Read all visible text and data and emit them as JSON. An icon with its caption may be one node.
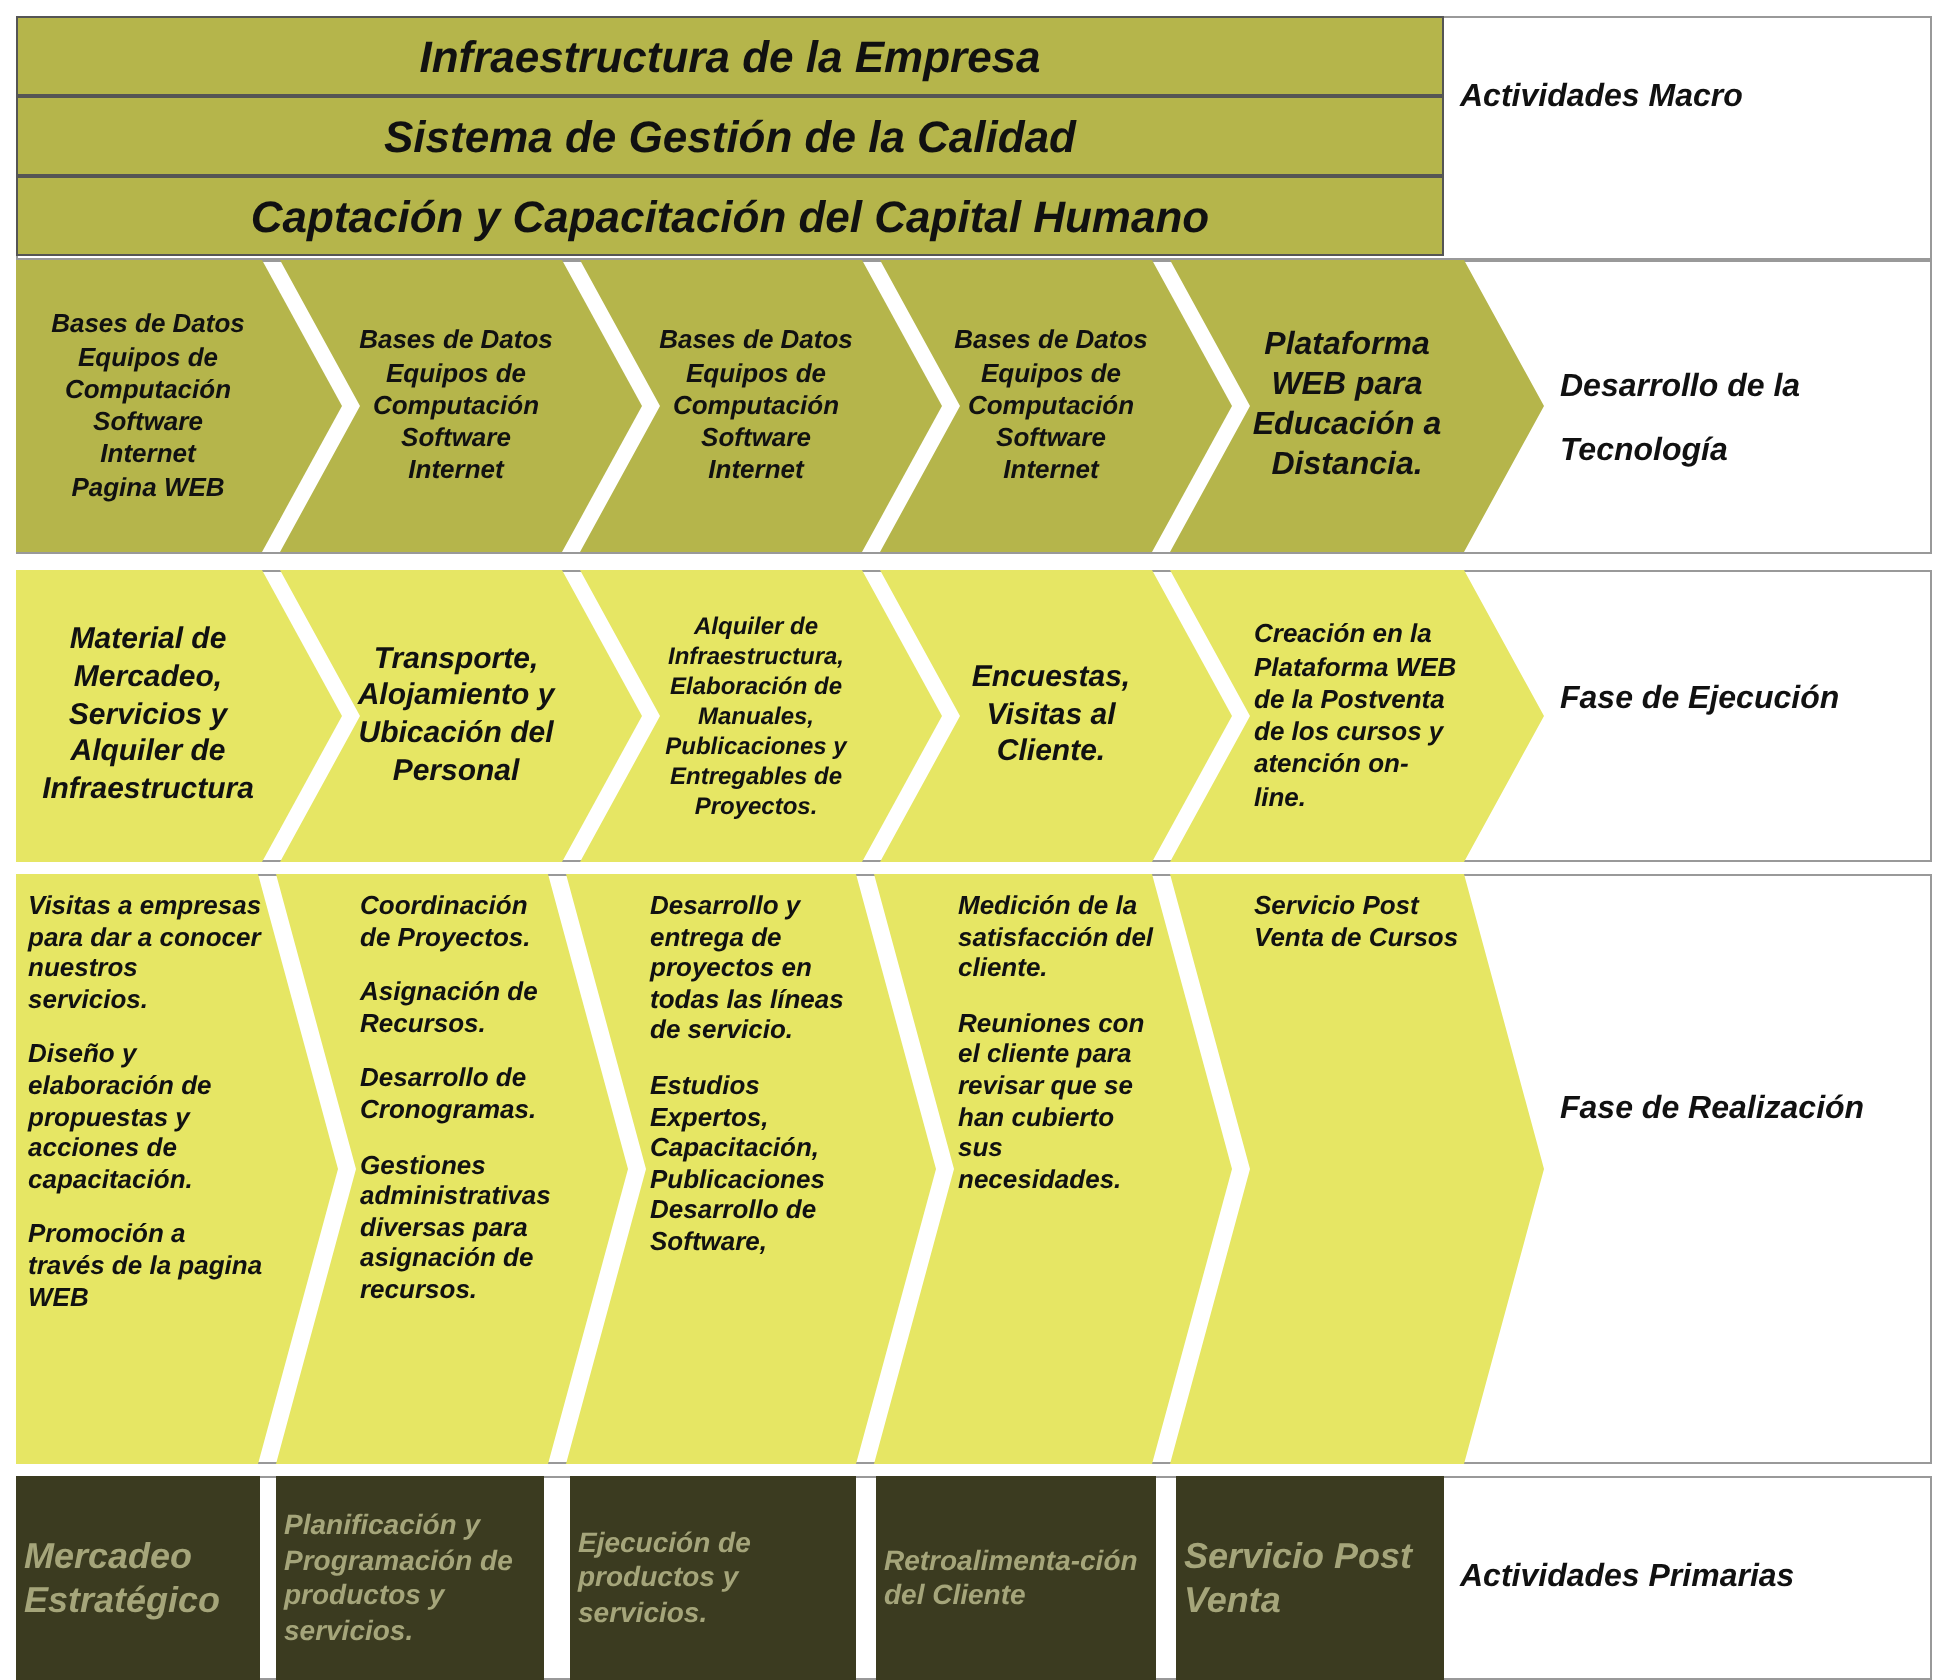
{
  "diagram": {
    "nodes": [
      {
        "text": [
          "Infraestructura de la Empresa"
        ]
      },
      {
        "text": [
          "Sistema de Gestión de la Calidad"
        ]
      },
      {
        "text": [
          "Captación y Capacitación del Capital Humano"
        ]
      },
      {
        "text": [
          "Bases de Datos",
          "Equipos de Computación",
          "Software",
          "Internet",
          "Pagina WEB"
        ]
      },
      {
        "text": [
          "Bases de Datos",
          "Equipos de Computación",
          "Software",
          "Internet"
        ]
      },
      {
        "text": [
          "Bases de Datos",
          "Equipos de Computación",
          "Software",
          "Internet"
        ]
      },
      {
        "text": [
          "Bases de Datos",
          "Equipos de Computación",
          "Software",
          "Internet"
        ]
      },
      {
        "text": [
          "Plataforma WEB para Educación a Distancia."
        ]
      },
      {
        "text": [
          "Material de Mercadeo, Servicios y Alquiler de Infraestructura"
        ]
      },
      {
        "text": [
          "Transporte, Alojamiento y Ubicación del Personal"
        ]
      },
      {
        "text": [
          "Alquiler de Infraestructura, Elaboración de Manuales, Publicaciones y Entregables de Proyectos."
        ]
      },
      {
        "text": [
          "Encuestas, Visitas al Cliente."
        ]
      },
      {
        "text": [
          "Creación en la Plataforma WEB de la Postventa de los cursos y atención on-line."
        ]
      },
      {
        "text": [
          "Visitas a empresas para dar a conocer nuestros servicios.",
          "Diseño y elaboración de propuestas y acciones de capacitación.",
          "Promoción a través de la pagina WEB"
        ]
      },
      {
        "text": [
          "Coordinación de Proyectos.",
          "Asignación de Recursos.",
          "Desarrollo de Cronogramas.",
          "Gestiones administrativas diversas para asignación de recursos."
        ]
      },
      {
        "text": [
          "Desarrollo y entrega de proyectos en todas las líneas de servicio.",
          "Estudios Expertos, Capacitación, Publicaciones Desarrollo de Software,"
        ]
      },
      {
        "text": [
          "Medición de la satisfacción del cliente.",
          "Reuniones con el cliente para revisar que se han cubierto sus necesidades."
        ]
      },
      {
        "text": [
          "Servicio Post Venta de Cursos"
        ]
      },
      {
        "text": [
          "Mercadeo Estratégico"
        ]
      },
      {
        "text": [
          "Planificación y Programación de productos y servicios."
        ]
      },
      {
        "text": [
          "Ejecución de productos y servicios."
        ]
      },
      {
        "text": [
          "Retroalimenta-ción del Cliente"
        ]
      },
      {
        "text": [
          "Servicio Post Venta"
        ]
      }
    ],
    "labels": [
      "Actividades Macro",
      "Desarrollo de la Tecnología",
      "Fase de Ejecución",
      "Fase de Realización",
      "Actividades Primarias"
    ]
  }
}
